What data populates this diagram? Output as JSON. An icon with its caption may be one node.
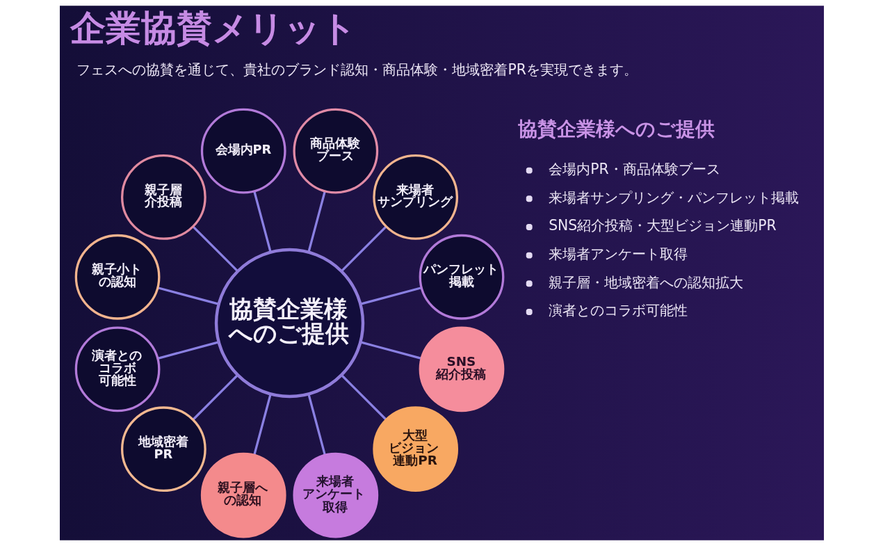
{
  "diagram": {
    "title": "企業協賛メリット",
    "nodes": [
      {
        "text": [
          "協賛企業様へのご提供"
        ]
      },
      {
        "text": [
          "会場内PR"
        ]
      },
      {
        "text": [
          "商品体験ブース"
        ]
      },
      {
        "text": [
          "来場者サンプリング"
        ]
      },
      {
        "text": [
          "パンフレット掲載"
        ]
      },
      {
        "text": [
          "SNS紹介投稿"
        ]
      },
      {
        "text": [
          "大型ビジョン連動PR"
        ]
      },
      {
        "text": [
          "来場者アンケート取得"
        ]
      },
      {
        "text": [
          "親子層への認知"
        ]
      },
      {
        "text": [
          "地域密着PR"
        ]
      },
      {
        "text": [
          "演者とのコラボ可能性"
        ]
      },
      {
        "text": [
          "親子小トの認知"
        ]
      },
      {
        "text": [
          "親子層介投稿"
        ]
      }
    ],
    "edges": [
      {
        "from": 0,
        "to": 1,
        "arrow": "none"
      },
      {
        "from": 0,
        "to": 2,
        "arrow": "none"
      },
      {
        "from": 0,
        "to": 3,
        "arrow": "none"
      },
      {
        "from": 0,
        "to": 4,
        "arrow": "none"
      },
      {
        "from": 0,
        "to": 5,
        "arrow": "none"
      },
      {
        "from": 0,
        "to": 6,
        "arrow": "none"
      },
      {
        "from": 0,
        "to": 7,
        "arrow": "none"
      },
      {
        "from": 0,
        "to": 8,
        "arrow": "none"
      },
      {
        "from": 0,
        "to": 9,
        "arrow": "none"
      },
      {
        "from": 0,
        "to": 10,
        "arrow": "none"
      },
      {
        "from": 0,
        "to": 11,
        "arrow": "none"
      },
      {
        "from": 0,
        "to": 12,
        "arrow": "none"
      }
    ],
    "labels": [
      "フェスへの協賛を通じて、貴社のブランド認知・商品体験・地域密着PRを実現できます。",
      "協賛企業様へのご提供",
      "会場内PR・商品体験ブース",
      "来場者サンプリング・パンフレット掲載",
      "SNS紹介投稿・大型ビジョン連動PR",
      "来場者アンケート取得",
      "親子層・地域密着への認知拡大",
      "演者とのコラボ可能性"
    ]
  }
}
